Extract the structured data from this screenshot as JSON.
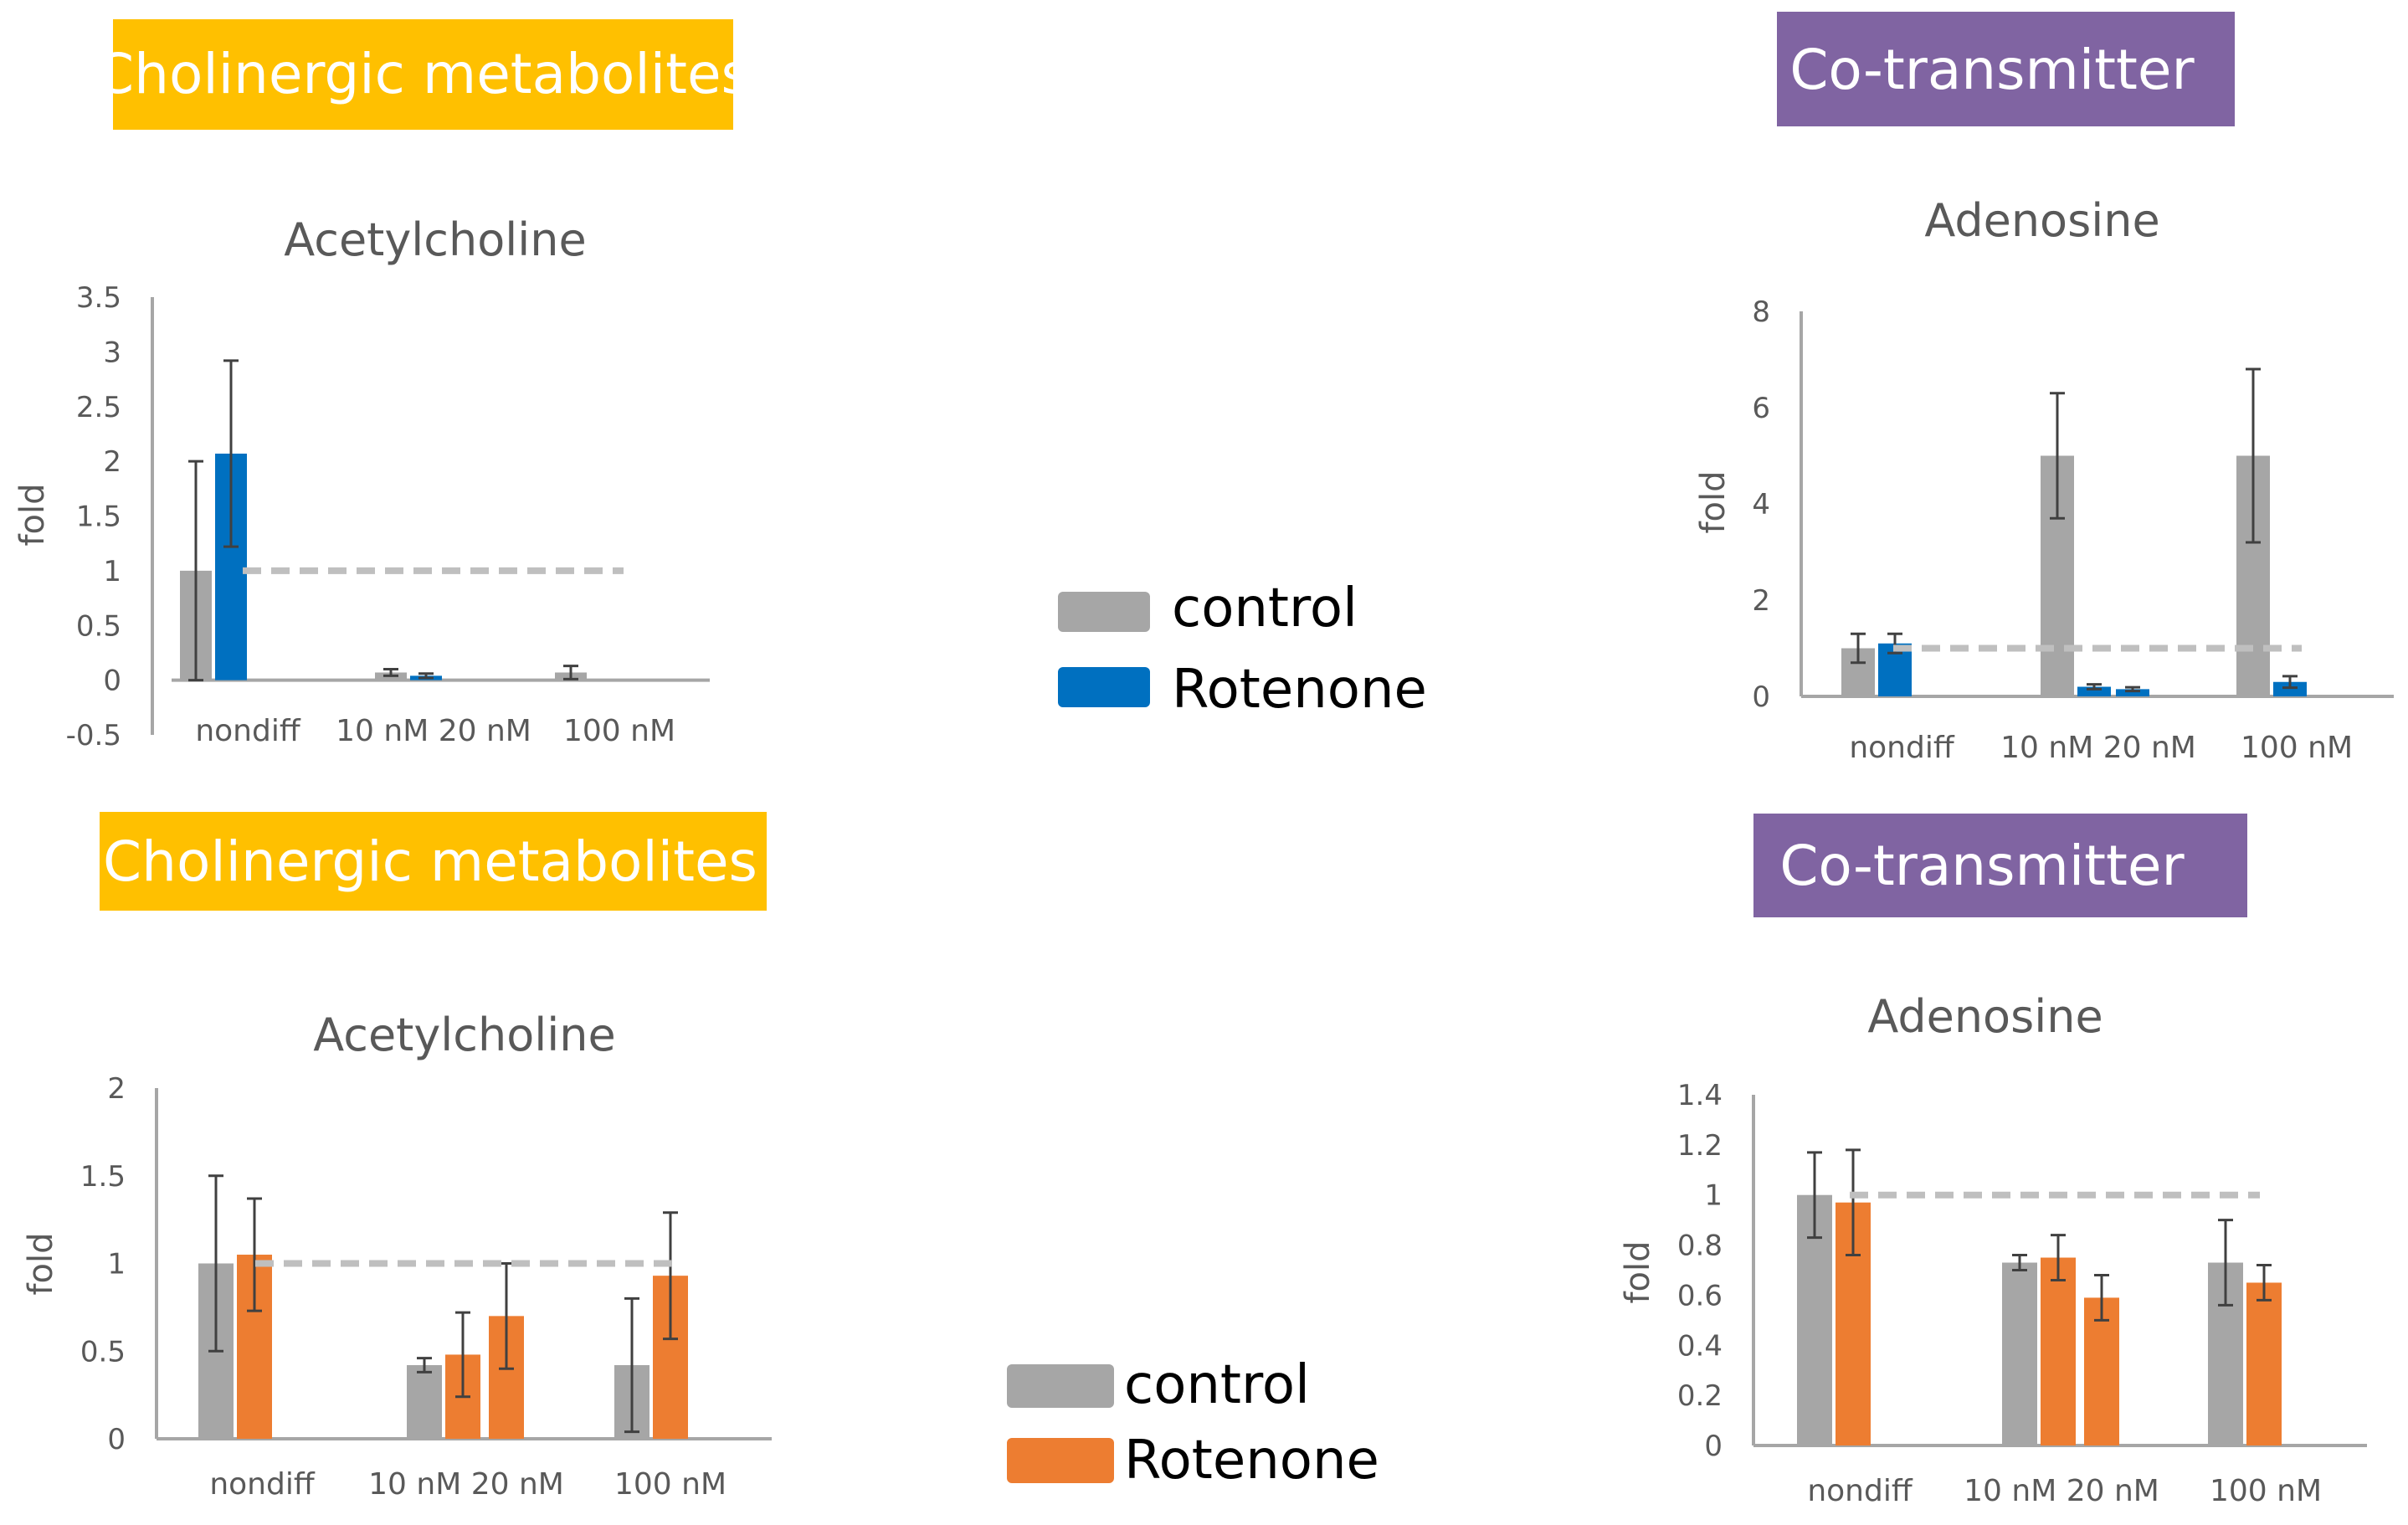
{
  "colors": {
    "control": "#A6A6A6",
    "rotenone_blue": "#0070C0",
    "rotenone_orange": "#ED7D31",
    "banner_yellow": "#FFC000",
    "banner_purple": "#8064A2",
    "axis": "#A6A6A6",
    "reference_line": "#BFBFBF",
    "error_bar": "#404040"
  },
  "banners": [
    {
      "text": "Cholinergic metabolites",
      "color": "#FFC000"
    },
    {
      "text": "Co-transmitter",
      "color": "#8064A2"
    },
    {
      "text": "Cholinergic metabolites",
      "color": "#FFC000"
    },
    {
      "text": "Co-transmitter",
      "color": "#8064A2"
    }
  ],
  "legends": [
    {
      "items": [
        {
          "label": "control",
          "color": "#A6A6A6"
        },
        {
          "label": "Rotenone",
          "color": "#0070C0"
        }
      ]
    },
    {
      "items": [
        {
          "label": "control",
          "color": "#A6A6A6"
        },
        {
          "label": "Rotenone",
          "color": "#ED7D31"
        }
      ]
    }
  ],
  "chart_data": [
    {
      "type": "bar",
      "title": "Acetylcholine",
      "xlabel": "",
      "ylabel": "fold",
      "ylim": [
        -0.5,
        3.5
      ],
      "yticks": [
        "3.5",
        "3",
        "2.5",
        "2",
        "1.5",
        "1",
        "0.5",
        "0",
        "-0.5"
      ],
      "ytick_values": [
        3.5,
        3,
        2.5,
        2,
        1.5,
        1,
        0.5,
        0,
        -0.5
      ],
      "category_labels": [
        "nondiff",
        "10 nM 20 nM",
        "100 nM"
      ],
      "groups": [
        "nondiff",
        "10 nM",
        "20 nM",
        "100 nM"
      ],
      "reference_line": 1,
      "series": [
        {
          "name": "control",
          "color": "#A6A6A6",
          "values": [
            1.0,
            0.07,
            null,
            0.07
          ],
          "errors": [
            1.0,
            0.03,
            null,
            0.06
          ]
        },
        {
          "name": "Rotenone",
          "color": "#0070C0",
          "values": [
            2.07,
            0.04,
            null,
            null
          ],
          "errors": [
            0.85,
            0.02,
            null,
            null
          ]
        }
      ]
    },
    {
      "type": "bar",
      "title": "Adenosine",
      "xlabel": "",
      "ylabel": "fold",
      "ylim": [
        0,
        8
      ],
      "yticks": [
        "8",
        "6",
        "4",
        "2",
        "0"
      ],
      "ytick_values": [
        8,
        6,
        4,
        2,
        0
      ],
      "category_labels": [
        "nondiff",
        "10 nM 20 nM",
        "100 nM"
      ],
      "groups": [
        "nondiff",
        "10 nM",
        "20 nM",
        "100 nM"
      ],
      "reference_line": 1,
      "series": [
        {
          "name": "control",
          "color": "#A6A6A6",
          "values": [
            1.0,
            5.0,
            null,
            5.0
          ],
          "errors": [
            0.3,
            1.3,
            null,
            1.8
          ]
        },
        {
          "name": "Rotenone",
          "color": "#0070C0",
          "values": [
            1.1,
            0.2,
            0.15,
            0.3
          ],
          "errors": [
            0.2,
            0.05,
            0.04,
            0.12
          ]
        }
      ]
    },
    {
      "type": "bar",
      "title": "Acetylcholine",
      "xlabel": "",
      "ylabel": "fold",
      "ylim": [
        0,
        2
      ],
      "yticks": [
        "2",
        "1.5",
        "1",
        "0.5",
        "0"
      ],
      "ytick_values": [
        2,
        1.5,
        1,
        0.5,
        0
      ],
      "category_labels": [
        "nondiff",
        "10 nM 20 nM",
        "100 nM"
      ],
      "groups": [
        "nondiff",
        "10 nM",
        "20 nM",
        "100 nM"
      ],
      "reference_line": 1,
      "series": [
        {
          "name": "control",
          "color": "#A6A6A6",
          "values": [
            1.0,
            0.42,
            null,
            0.42
          ],
          "errors": [
            0.5,
            0.04,
            null,
            0.38
          ]
        },
        {
          "name": "Rotenone",
          "color": "#ED7D31",
          "values": [
            1.05,
            0.48,
            0.7,
            0.93
          ],
          "errors": [
            0.32,
            0.24,
            0.3,
            0.36
          ]
        }
      ]
    },
    {
      "type": "bar",
      "title": "Adenosine",
      "xlabel": "",
      "ylabel": "fold",
      "ylim": [
        0,
        1.4
      ],
      "yticks": [
        "1.4",
        "1.2",
        "1",
        "0.8",
        "0.6",
        "0.4",
        "0.2",
        "0"
      ],
      "ytick_values": [
        1.4,
        1.2,
        1,
        0.8,
        0.6,
        0.4,
        0.2,
        0
      ],
      "category_labels": [
        "nondiff",
        "10 nM 20 nM",
        "100 nM"
      ],
      "groups": [
        "nondiff",
        "10 nM",
        "20 nM",
        "100 nM"
      ],
      "reference_line": 1,
      "series": [
        {
          "name": "control",
          "color": "#A6A6A6",
          "values": [
            1.0,
            0.73,
            null,
            0.73
          ],
          "errors": [
            0.17,
            0.03,
            null,
            0.17
          ]
        },
        {
          "name": "Rotenone",
          "color": "#ED7D31",
          "values": [
            0.97,
            0.75,
            0.59,
            0.65
          ],
          "errors": [
            0.21,
            0.09,
            0.09,
            0.07
          ]
        }
      ]
    }
  ]
}
